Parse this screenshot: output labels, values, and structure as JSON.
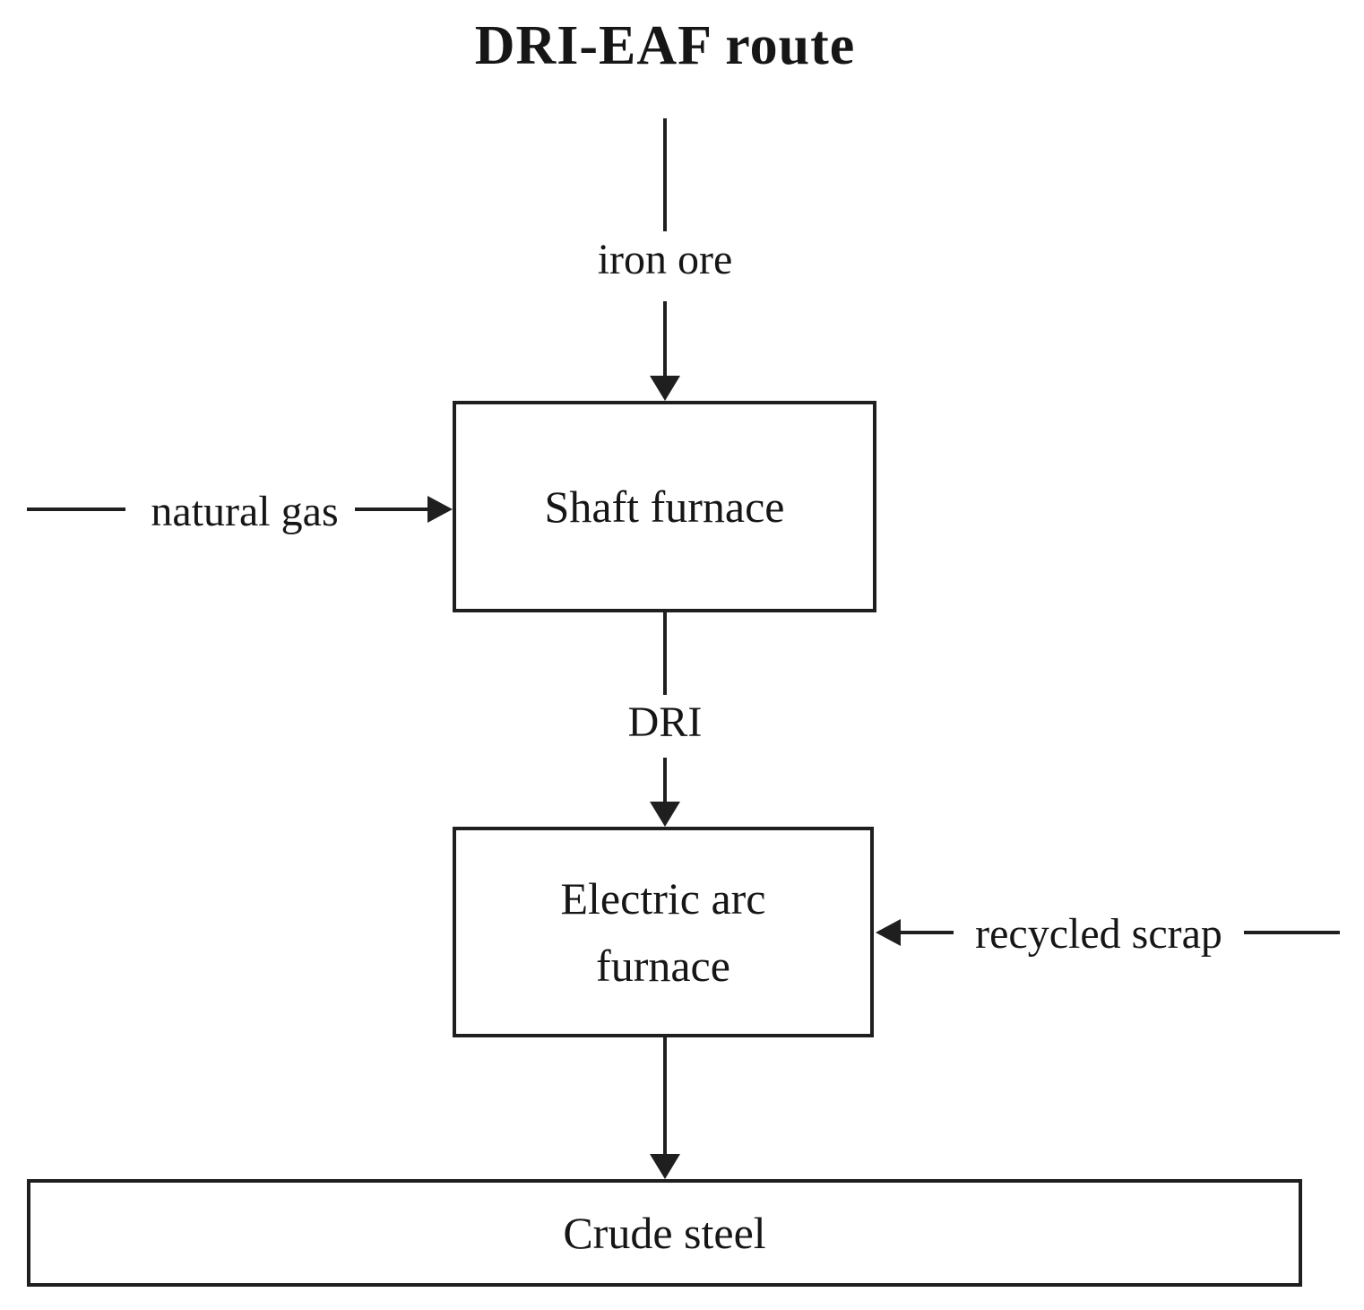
{
  "diagram": {
    "title": "DRI-EAF route",
    "type": "flowchart",
    "nodes": [
      {
        "id": "shaft-furnace",
        "label": "Shaft furnace"
      },
      {
        "id": "electric-arc-furnace",
        "label": "Electric arc furnace"
      },
      {
        "id": "crude-steel",
        "label": "Crude steel"
      }
    ],
    "edge_labels": [
      {
        "id": "iron-ore",
        "label": "iron ore",
        "direction": "down-into-shaft-furnace"
      },
      {
        "id": "natural-gas",
        "label": "natural gas",
        "direction": "right-into-shaft-furnace"
      },
      {
        "id": "dri",
        "label": "DRI",
        "direction": "down-into-electric-arc-furnace"
      },
      {
        "id": "recycled-scrap",
        "label": "recycled scrap",
        "direction": "left-into-electric-arc-furnace"
      }
    ],
    "colors": {
      "line": "#1f1f1f",
      "text": "#161616",
      "background": "#ffffff"
    }
  }
}
